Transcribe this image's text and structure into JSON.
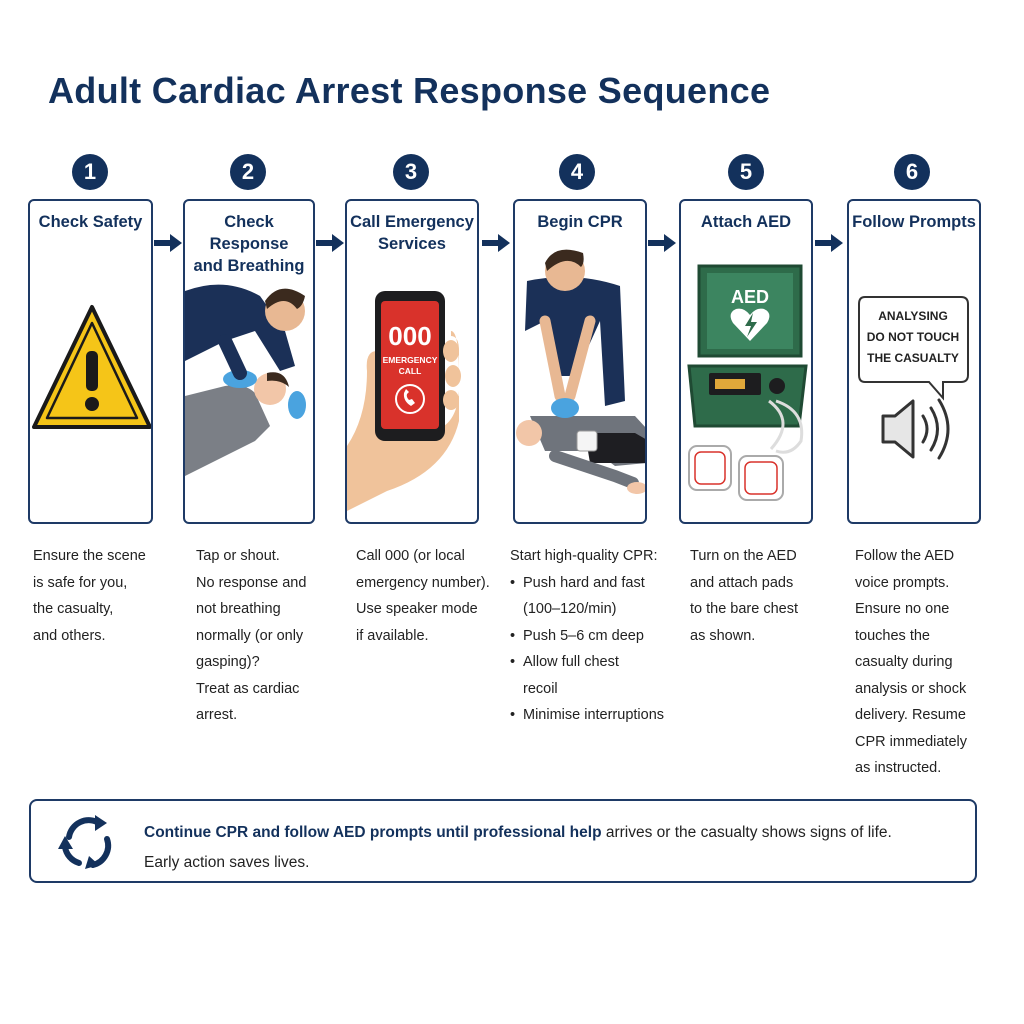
{
  "title": "Adult Cardiac Arrest Response Sequence",
  "steps": [
    {
      "number": "1",
      "title": [
        "Check Safety"
      ],
      "lines": [
        "Ensure the scene",
        "is safe for you,",
        "the casualty,",
        "and others."
      ]
    },
    {
      "number": "2",
      "title": [
        "Check Response",
        "and Breathing"
      ],
      "lines": [
        "Tap or shout.",
        "No response and",
        "not breathing",
        "normally (or only",
        "gasping)?",
        "Treat as cardiac",
        "arrest."
      ]
    },
    {
      "number": "3",
      "title": [
        "Call Emergency",
        "Services"
      ],
      "lines": [
        "Call 000 (or local",
        "emergency number).",
        "Use speaker mode",
        "if available."
      ],
      "phone_number": "000",
      "phone_label": [
        "EMERGENCY",
        "CALL"
      ]
    },
    {
      "number": "4",
      "title": [
        "Begin CPR"
      ],
      "intro": "Start high-quality CPR:",
      "bullets": [
        [
          "Push hard and fast",
          "(100–120/min)"
        ],
        [
          "Push 5–6 cm deep"
        ],
        [
          "Allow full chest",
          "recoil"
        ],
        [
          "Minimise interruptions"
        ]
      ]
    },
    {
      "number": "5",
      "title": [
        "Attach AED"
      ],
      "lines": [
        "Turn on the AED",
        "and attach pads",
        "to the bare chest",
        "as shown."
      ],
      "device_label": "AED"
    },
    {
      "number": "6",
      "title": [
        "Follow Prompts"
      ],
      "lines": [
        "Follow the AED",
        "voice prompts.",
        "Ensure no one",
        "touches the",
        "casualty during",
        "analysis or shock",
        "delivery. Resume",
        "CPR immediately",
        "as instructed."
      ],
      "bubble": [
        "ANALYSING",
        "DO NOT TOUCH",
        "THE CASUALTY"
      ]
    }
  ],
  "footer": {
    "bold_text": "Continue CPR and follow AED prompts until professional help",
    "rest_text": " arrives or the casualty shows signs of life.",
    "line2": "Early action saves lives."
  },
  "colors": {
    "navy": "#13315c",
    "border": "#1e3a66",
    "warning": "#f5c518",
    "phone_red": "#d9322b",
    "aed_green": "#2e6b4a",
    "glove": "#4aa3df"
  },
  "icons": [
    "warning-icon",
    "phone-icon",
    "heart-bolt-icon",
    "speaker-icon",
    "cycle-arrows-icon",
    "arrow-right-icon"
  ]
}
